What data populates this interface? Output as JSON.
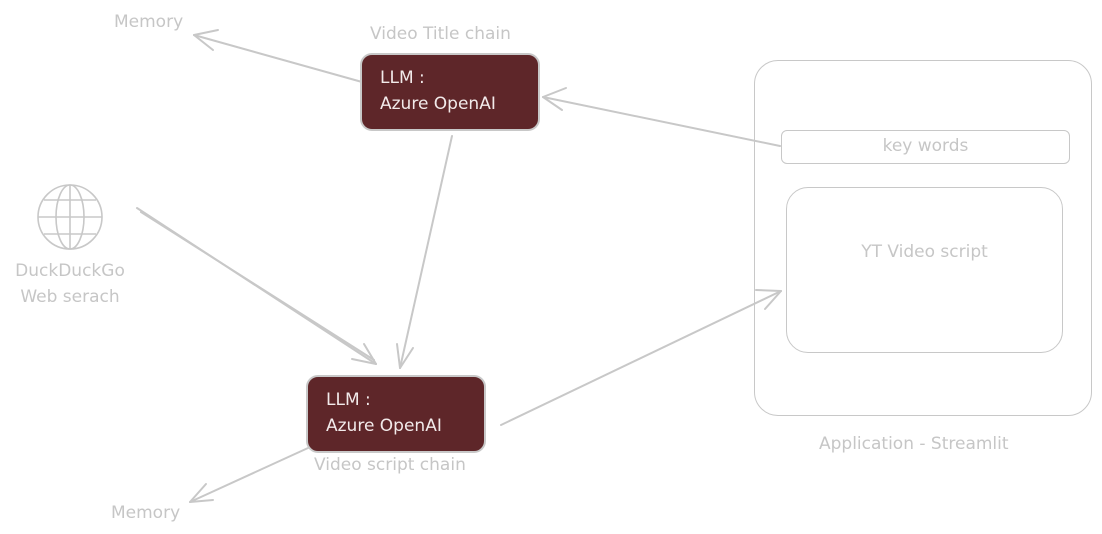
{
  "nodes": {
    "memory_top": "Memory",
    "memory_bottom": "Memory",
    "title_chain_label": "Video Title chain",
    "script_chain_label": "Video script chain",
    "llm_top": {
      "line1": "LLM :",
      "line2": "Azure OpenAI"
    },
    "llm_bottom": {
      "line1": "LLM :",
      "line2": "Azure OpenAI"
    },
    "search": {
      "line1": "DuckDuckGo",
      "line2": "Web serach"
    }
  },
  "app": {
    "caption": "Application - Streamlit",
    "keywords_field": "key words",
    "script_area": "YT Video script"
  },
  "colors": {
    "llm_fill": "#5e2629",
    "llm_text": "#f2eaea",
    "stroke": "#c8c8c8",
    "label": "#c6c6c6"
  },
  "icons": {
    "search": "globe-icon"
  }
}
